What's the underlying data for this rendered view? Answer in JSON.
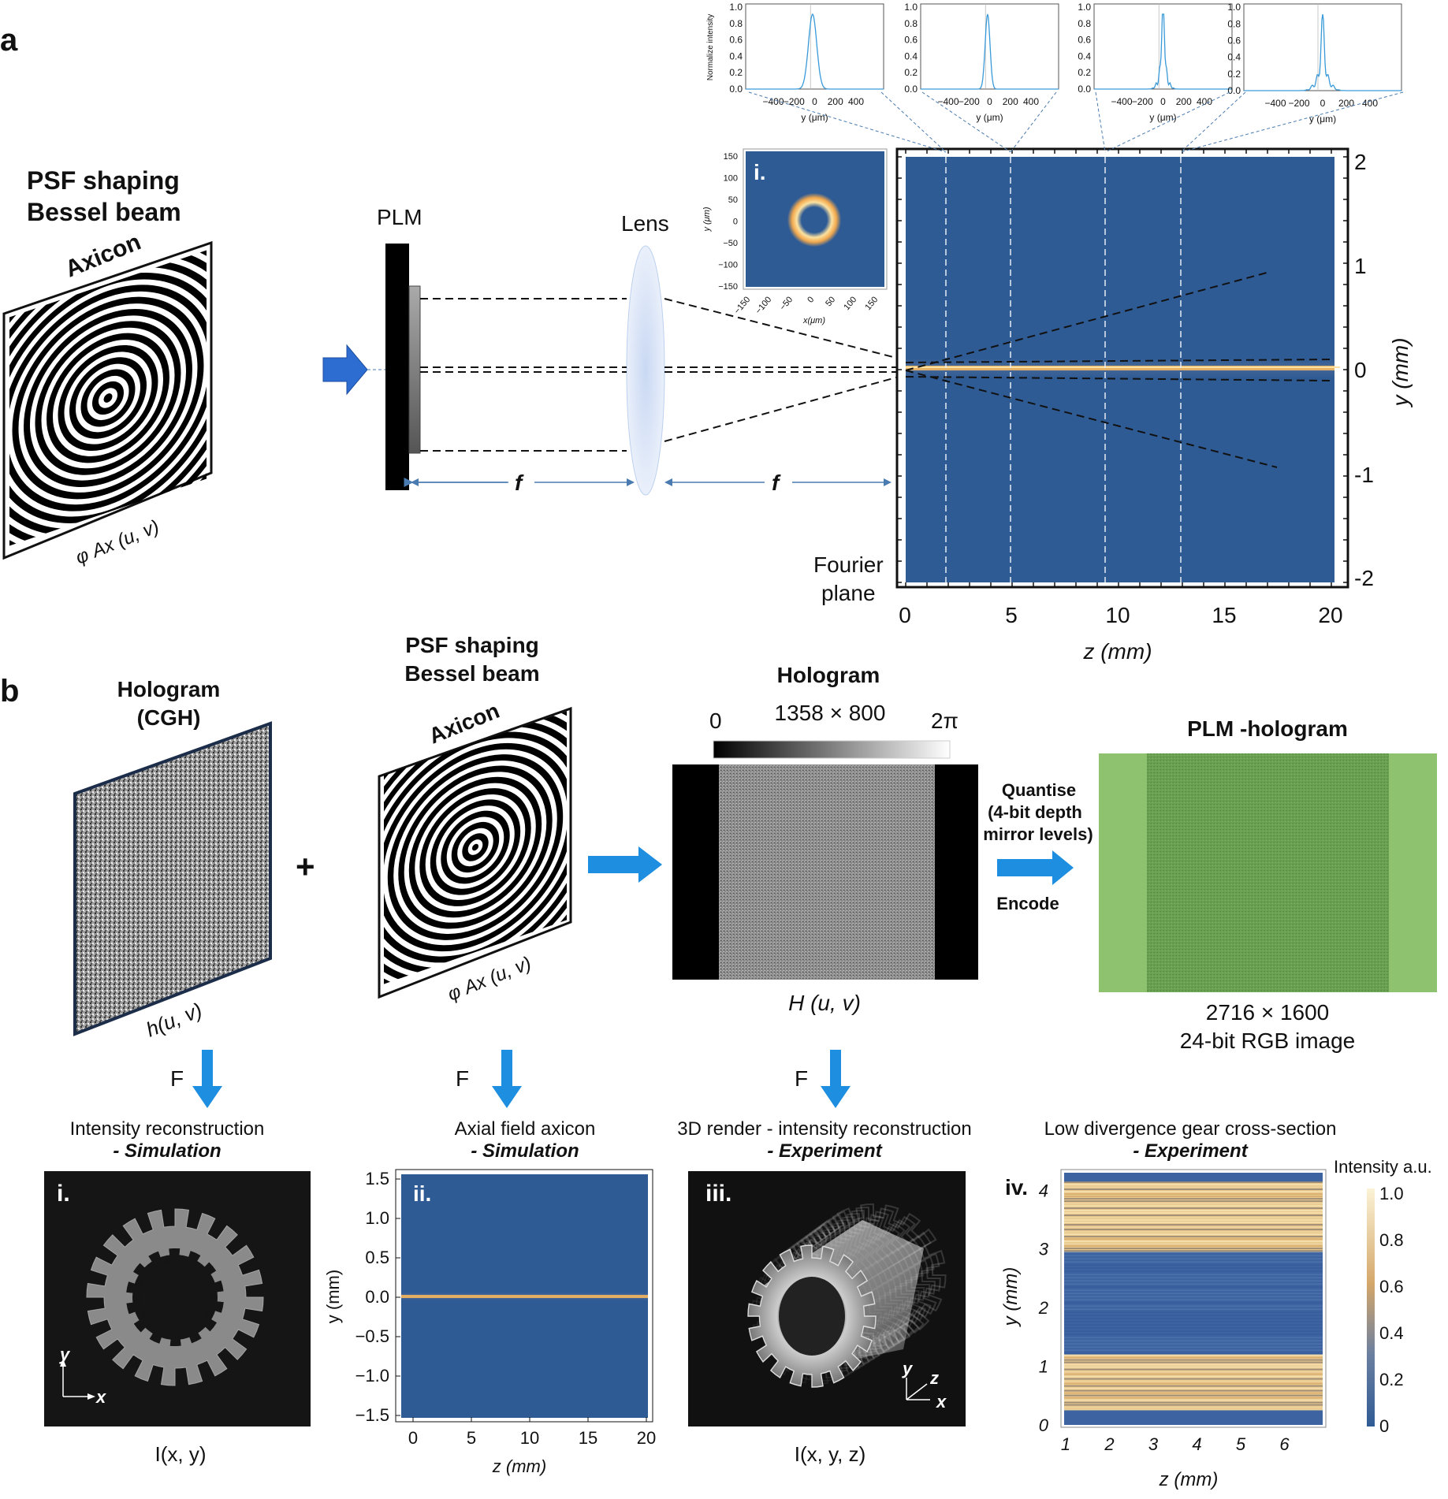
{
  "panel_a": {
    "label": "a",
    "psf_title_line1": "PSF shaping",
    "psf_title_line2": "Bessel beam",
    "axicon_label": "Axicon",
    "phase_label": "φ Ax (u, v)",
    "plm_label": "PLM",
    "lens_label": "Lens",
    "focal_label": "f",
    "fourier_line1": "Fourier",
    "fourier_line2": "plane",
    "inset_label": "i.",
    "inset_xlabel": "x(μm)",
    "inset_ylabel": "y (μm)",
    "inset_ticks": [
      "−150",
      "−100",
      "−50",
      "0",
      "50",
      "100",
      "150"
    ],
    "inset_yticks": [
      "150",
      "100",
      "50",
      "0",
      "−50",
      "−100",
      "−150"
    ],
    "profile_xlabel": "y (μm)",
    "profile_ylabel": "Normalize intensity",
    "profile_xticks": [
      "−400",
      "−200",
      "0",
      "200",
      "400"
    ],
    "profile_yticks": [
      "0.0",
      "0.2",
      "0.4",
      "0.6",
      "0.8",
      "1.0"
    ],
    "xz_xlabel": "z (mm)",
    "xz_ylabel": "y (mm)",
    "xz_xticks": [
      "0",
      "5",
      "10",
      "15",
      "20"
    ],
    "xz_yticks": [
      "2",
      "1",
      "0",
      "-1",
      "-2"
    ]
  },
  "panel_b": {
    "label": "b",
    "hologram_cgh_line1": "Hologram",
    "hologram_cgh_line2": "(CGH)",
    "h_label": "h(u, v)",
    "plus": "+",
    "psf_line1": "PSF shaping",
    "psf_line2": "Bessel beam",
    "axicon_label": "Axicon",
    "phase_label": "φ Ax (u, v)",
    "hologram_title": "Hologram",
    "hologram_size": "1358 × 800",
    "scale_min": "0",
    "scale_max": "2π",
    "H_label": "H (u, v)",
    "quantise_line1": "Quantise",
    "quantise_line2": "(4-bit depth",
    "quantise_line3": "mirror levels)",
    "encode": "Encode",
    "plm_hologram_title": "PLM -hologram",
    "plm_size": "2716 × 1600",
    "plm_format": "24-bit RGB image",
    "F_label": "F"
  },
  "subpanels": {
    "i": {
      "label": "i.",
      "title": "Intensity reconstruction",
      "subtitle": "- Simulation",
      "caption": "I(x, y)",
      "axis_y": "y",
      "axis_x": "x"
    },
    "ii": {
      "label": "ii.",
      "title": "Axial field axicon",
      "subtitle": "- Simulation",
      "xlabel": "z (mm)",
      "ylabel": "y (mm)",
      "xticks": [
        "0",
        "5",
        "10",
        "15",
        "20"
      ],
      "yticks": [
        "1.5",
        "1.0",
        "0.5",
        "0.0",
        "−0.5",
        "−1.0",
        "−1.5"
      ]
    },
    "iii": {
      "label": "iii.",
      "title": "3D render - intensity reconstruction",
      "subtitle": "- Experiment",
      "caption": "I(x, y, z)",
      "axis_y": "y",
      "axis_z": "z",
      "axis_x": "x"
    },
    "iv": {
      "label": "iv.",
      "title": "Low divergence gear cross-section",
      "subtitle": "- Experiment",
      "xlabel": "z (mm)",
      "ylabel": "y (mm)",
      "xticks": [
        "1",
        "2",
        "3",
        "4",
        "5",
        "6"
      ],
      "yticks": [
        "4",
        "3",
        "2",
        "1",
        "0"
      ],
      "colorbar_title": "Intensity a.u.",
      "colorbar_ticks": [
        "1.0",
        "0.8",
        "0.6",
        "0.4",
        "0.2",
        "0"
      ]
    }
  },
  "colors": {
    "beam_blue": "#2f5b95",
    "beam_orange": "#f4b860",
    "arrow_blue": "#1e8ee0",
    "plm_green": "#8ec26e",
    "plm_green_dark": "#5e9a4a"
  }
}
